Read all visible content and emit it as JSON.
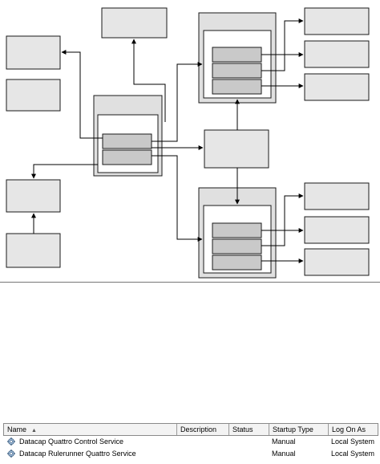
{
  "services_table": {
    "columns": [
      {
        "label": "Name",
        "sorted": true
      },
      {
        "label": "Description"
      },
      {
        "label": "Status"
      },
      {
        "label": "Startup Type"
      },
      {
        "label": "Log On As"
      }
    ],
    "rows": [
      {
        "name": "Datacap Quattro Control Service",
        "description": "",
        "status": "",
        "startup_type": "Manual",
        "log_on_as": "Local System",
        "icon": "service-gear-icon"
      },
      {
        "name": "Datacap Rulerunner Quattro Service",
        "description": "",
        "status": "",
        "startup_type": "Manual",
        "log_on_as": "Local System",
        "icon": "service-gear-icon"
      }
    ]
  },
  "colors": {
    "box_fill": "#e6e6e6",
    "slot_fill": "#c9c9c9",
    "line": "#000000",
    "header_bg": "#f3f3f3"
  }
}
